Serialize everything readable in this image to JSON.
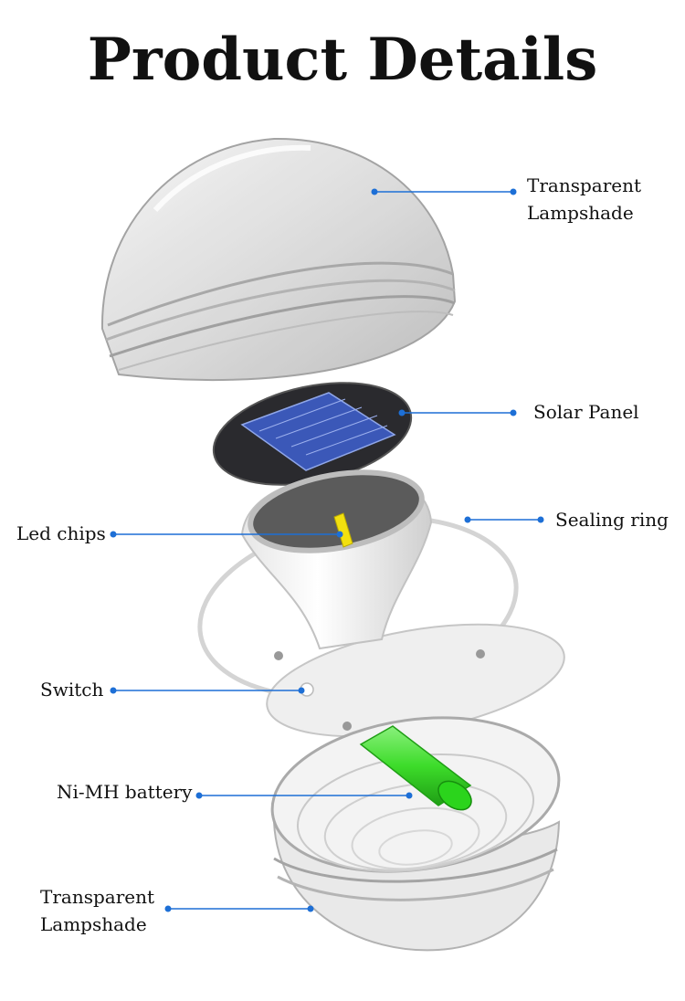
{
  "title": "Product Details",
  "labels": {
    "top_lampshade_line1": "Transparent",
    "top_lampshade_line2": "Lampshade",
    "solar_panel": "Solar Panel",
    "sealing_ring": "Sealing ring",
    "led_chips": "Led chips",
    "switch": "Switch",
    "battery": "Ni-MH battery",
    "bottom_lampshade_line1": "Transparent",
    "bottom_lampshade_line2": "Lampshade"
  },
  "colors": {
    "leader_line": "#1d6fd6",
    "battery": "#3ddc2a",
    "solar_cell": "#3b58b8",
    "solar_disc": "#2a2a2e"
  }
}
